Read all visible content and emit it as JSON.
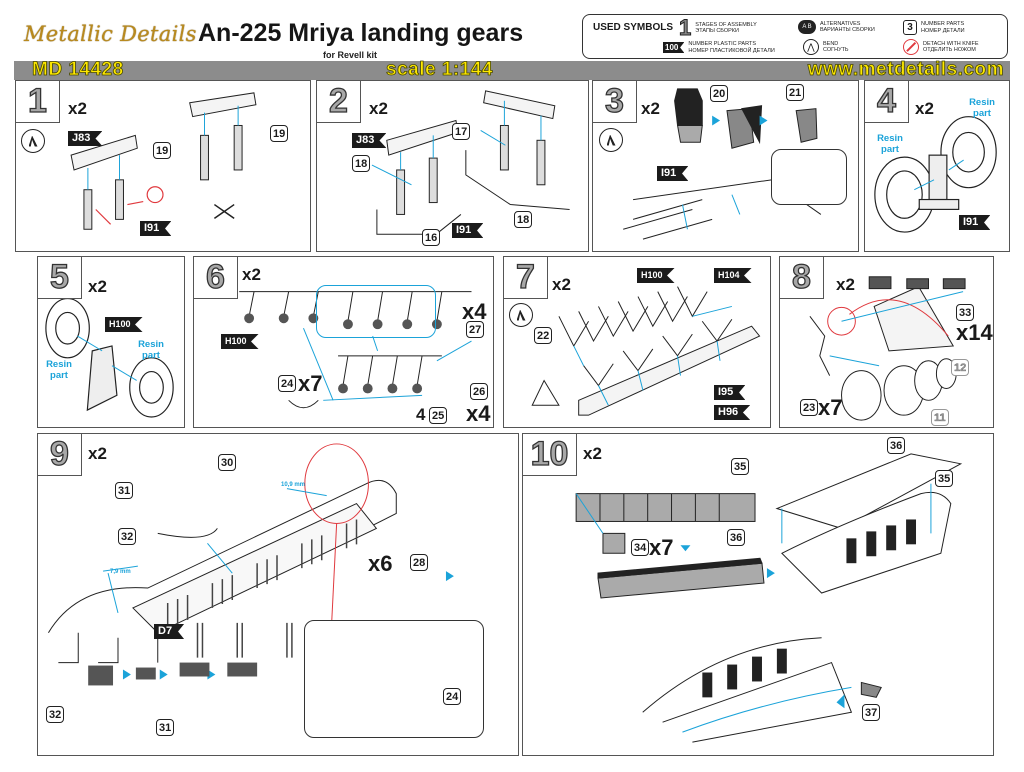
{
  "header": {
    "brand": "Metallic Details",
    "title": "An-225 Mriya landing gears",
    "subtitle": "for Revell kit",
    "product_code": "MD 14428",
    "scale": "scale 1:144",
    "website": "www.metdetails.com"
  },
  "legend": {
    "title": "USED SYMBOLS",
    "items": [
      {
        "icon": "stage-number-icon",
        "glyph": "1",
        "en": "STAGES OF ASSEMBLY",
        "ru": "ЭТАПЫ СБОРКИ"
      },
      {
        "icon": "alternatives-icon",
        "glyph": "A B",
        "en": "ALTERNATIVES",
        "ru": "ВАРИАНТЫ СБОРКИ"
      },
      {
        "icon": "part-number-icon",
        "glyph": "3",
        "en": "NUMBER PARTS",
        "ru": "НОМЕР ДЕТАЛИ"
      },
      {
        "icon": "plastic-part-flag-icon",
        "glyph": "100",
        "en": "NUMBER PLASTIC PARTS",
        "ru": "НОМЕР ПЛАСТИКОВОЙ ДЕТАЛИ"
      },
      {
        "icon": "bend-icon",
        "glyph": "",
        "en": "BEND",
        "ru": "СОГНУТЬ"
      },
      {
        "icon": "knife-icon",
        "glyph": "",
        "en": "DETACH WITH KNIFE",
        "ru": "ОТДЕЛИТЬ НОЖОМ"
      }
    ]
  },
  "steps": [
    {
      "num": "1",
      "mult": "x2",
      "flags": [
        "J83",
        "I91"
      ],
      "parts": [
        "19",
        "19"
      ]
    },
    {
      "num": "2",
      "mult": "x2",
      "flags": [
        "J83",
        "I91"
      ],
      "parts": [
        "17",
        "18",
        "18",
        "16"
      ]
    },
    {
      "num": "3",
      "mult": "x2",
      "flags": [
        "I91"
      ],
      "parts": [
        "20",
        "21"
      ]
    },
    {
      "num": "4",
      "mult": "x2",
      "flags": [
        "I91"
      ],
      "resin": [
        "Resin part",
        "Resin part"
      ]
    },
    {
      "num": "5",
      "mult": "x2",
      "flags": [
        "H100"
      ],
      "resin": [
        "Resin part",
        "Resin part"
      ]
    },
    {
      "num": "6",
      "mult": "x2",
      "flags": [
        "H100"
      ],
      "parts": [
        "27",
        "24",
        "25",
        "26"
      ],
      "extra": {
        "x4_a": "x4",
        "x7": "x7",
        "qty4": "4",
        "x4_b": "x4"
      }
    },
    {
      "num": "7",
      "mult": "x2",
      "flags": [
        "H100",
        "H104",
        "I95",
        "H96"
      ],
      "parts": [
        "22"
      ]
    },
    {
      "num": "8",
      "mult": "x2",
      "parts": [
        "33",
        "23",
        "12",
        "11"
      ],
      "extra": {
        "x14": "x14",
        "x7": "x7"
      }
    },
    {
      "num": "9",
      "mult": "x2",
      "flags": [
        "D7"
      ],
      "parts": [
        "30",
        "31",
        "32",
        "28",
        "32",
        "31",
        "24"
      ],
      "extra": {
        "x6": "x6",
        "m1": "10,9 mm",
        "m2": "7,9 mm"
      }
    },
    {
      "num": "10",
      "mult": "x2",
      "parts": [
        "35",
        "36",
        "35",
        "36",
        "34",
        "37"
      ],
      "extra": {
        "x7": "x7"
      }
    }
  ],
  "colors": {
    "accent_blue": "#1ba3d9",
    "warning_red": "#e0393e",
    "bar_grey": "#8c8c8c",
    "bar_text": "#ffe900"
  }
}
